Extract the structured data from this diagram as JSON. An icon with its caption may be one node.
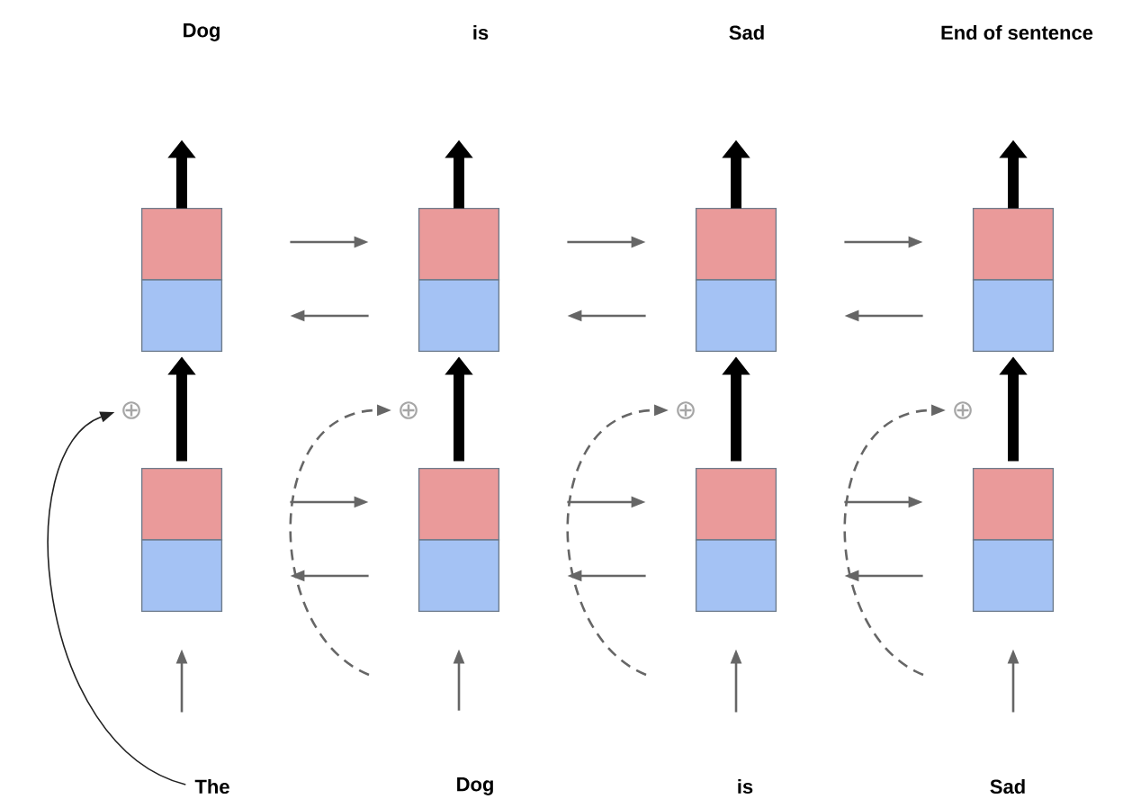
{
  "diagram": {
    "nodes": [
      {
        "text": [
          "Dog"
        ]
      },
      {
        "text": [
          "is"
        ]
      },
      {
        "text": [
          "Sad"
        ]
      },
      {
        "text": [
          "End of sentence"
        ]
      },
      {
        "text": [],
        "shape": "box"
      },
      {
        "text": [],
        "shape": "box"
      },
      {
        "text": [],
        "shape": "box"
      },
      {
        "text": [],
        "shape": "box"
      },
      {
        "text": [
          "⊕"
        ]
      },
      {
        "text": [
          "⊕"
        ]
      },
      {
        "text": [
          "⊕"
        ]
      },
      {
        "text": [
          "⊕"
        ]
      },
      {
        "text": [],
        "shape": "box"
      },
      {
        "text": [],
        "shape": "box"
      },
      {
        "text": [],
        "shape": "box"
      },
      {
        "text": [],
        "shape": "box"
      },
      {
        "text": [
          "The"
        ]
      },
      {
        "text": [
          "Dog"
        ]
      },
      {
        "text": [
          "is"
        ]
      },
      {
        "text": [
          "Sad"
        ]
      }
    ],
    "edges": [
      {
        "from": 4,
        "to": null,
        "arrow": "to",
        "style": "thick",
        "color": "#000000"
      },
      {
        "from": 5,
        "to": null,
        "arrow": "to",
        "style": "thick",
        "color": "#000000"
      },
      {
        "from": 6,
        "to": null,
        "arrow": "to",
        "style": "thick",
        "color": "#000000"
      },
      {
        "from": 7,
        "to": null,
        "arrow": "to",
        "style": "thick",
        "color": "#000000"
      },
      {
        "from": 4,
        "to": 5,
        "arrow": "to"
      },
      {
        "from": 5,
        "to": 6,
        "arrow": "to"
      },
      {
        "from": 6,
        "to": 7,
        "arrow": "to"
      },
      {
        "from": 5,
        "to": 4,
        "arrow": "to"
      },
      {
        "from": 6,
        "to": 5,
        "arrow": "to"
      },
      {
        "from": 7,
        "to": 6,
        "arrow": "to"
      },
      {
        "from": 12,
        "to": 4,
        "arrow": "to",
        "style": "thick",
        "color": "#000000"
      },
      {
        "from": 13,
        "to": 5,
        "arrow": "to",
        "style": "thick",
        "color": "#000000"
      },
      {
        "from": 14,
        "to": 6,
        "arrow": "to",
        "style": "thick",
        "color": "#000000"
      },
      {
        "from": 15,
        "to": 7,
        "arrow": "to",
        "style": "thick",
        "color": "#000000"
      },
      {
        "from": 12,
        "to": 13,
        "arrow": "to"
      },
      {
        "from": 13,
        "to": 14,
        "arrow": "to"
      },
      {
        "from": 14,
        "to": 15,
        "arrow": "to"
      },
      {
        "from": 13,
        "to": 12,
        "arrow": "to"
      },
      {
        "from": 14,
        "to": 13,
        "arrow": "to"
      },
      {
        "from": 15,
        "to": 14,
        "arrow": "to"
      },
      {
        "from": 16,
        "to": 12,
        "arrow": "to"
      },
      {
        "from": 17,
        "to": 13,
        "arrow": "to"
      },
      {
        "from": 18,
        "to": 14,
        "arrow": "to"
      },
      {
        "from": 19,
        "to": 15,
        "arrow": "to"
      },
      {
        "from": 16,
        "to": 8,
        "arrow": "to",
        "color": "#222222"
      },
      {
        "from": null,
        "to": 9,
        "arrow": "to",
        "style": "dashed"
      },
      {
        "from": null,
        "to": 10,
        "arrow": "to",
        "style": "dashed"
      },
      {
        "from": null,
        "to": 11,
        "arrow": "to",
        "style": "dashed"
      }
    ]
  }
}
